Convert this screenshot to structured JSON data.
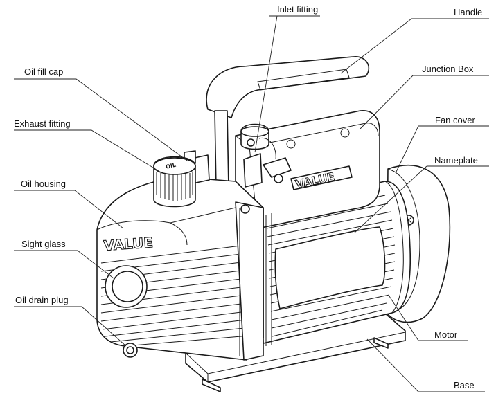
{
  "labels": {
    "inlet_fitting": "Inlet fitting",
    "handle": "Handle",
    "oil_fill_cap": "Oil fill cap",
    "junction_box": "Junction Box",
    "exhaust_fitting": "Exhaust fitting",
    "fan_cover": "Fan cover",
    "oil_housing": "Oil housing",
    "nameplate": "Nameplate",
    "sight_glass": "Sight glass",
    "oil_drain_plug": "Oil drain plug",
    "motor": "Motor",
    "base": "Base"
  },
  "brand": "VALUE",
  "cap_text": "OIL"
}
